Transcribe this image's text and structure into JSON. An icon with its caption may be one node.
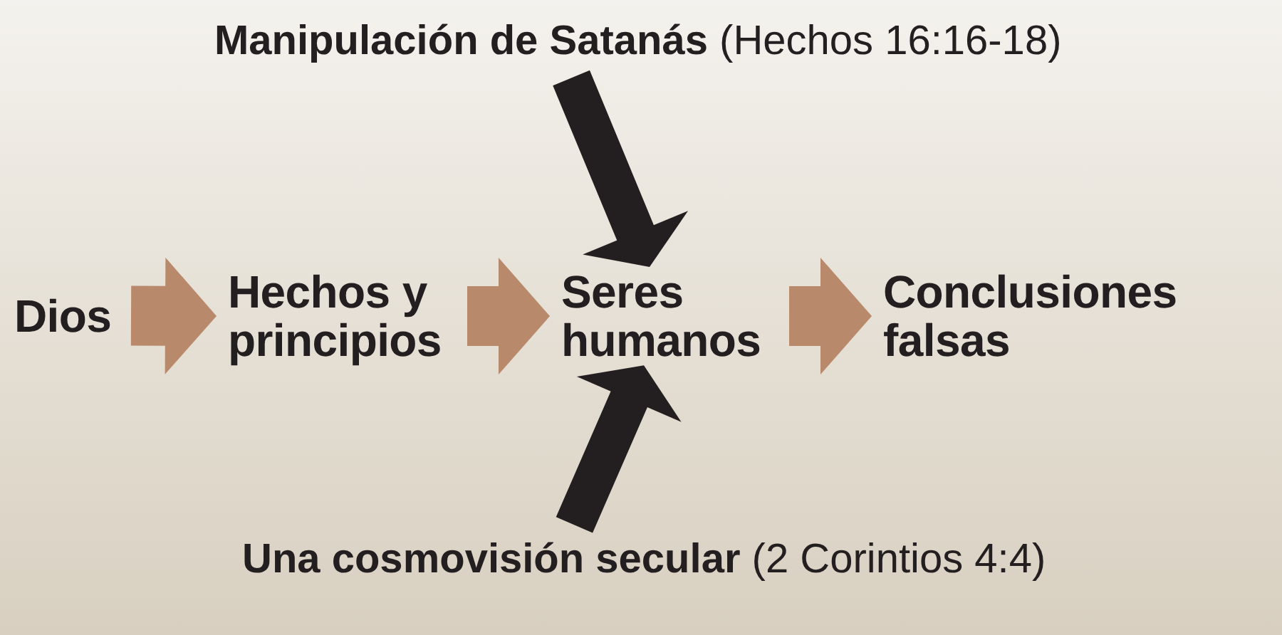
{
  "diagram": {
    "nodes": [
      {
        "text": [
          "Dios"
        ]
      },
      {
        "text": [
          "Hechos y principios"
        ]
      },
      {
        "text": [
          "Seres humanos"
        ]
      },
      {
        "text": [
          "Conclusiones falsas"
        ]
      },
      {
        "text": [
          "**Manipulación de Satanás** (Hechos 16:16-18)"
        ]
      },
      {
        "text": [
          "**Una cosmovisión secular** (2 Corintios 4:4)"
        ]
      }
    ],
    "edges": [
      {
        "from": 0,
        "to": 1,
        "arrow": "to"
      },
      {
        "from": 1,
        "to": 2,
        "arrow": "to"
      },
      {
        "from": 2,
        "to": 3,
        "arrow": "to"
      },
      {
        "from": 4,
        "to": 2,
        "arrow": "to",
        "color": "#231f20"
      },
      {
        "from": 5,
        "to": 2,
        "arrow": "to",
        "color": "#231f20"
      }
    ]
  }
}
